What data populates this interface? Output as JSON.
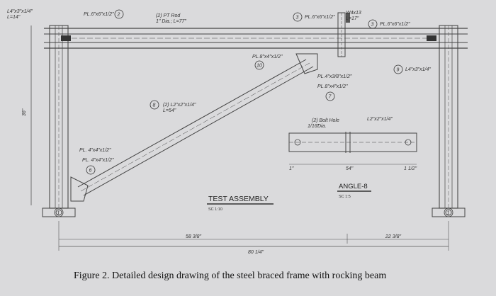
{
  "caption": "Figure 2. Detailed design drawing of the steel braced frame with rocking beam",
  "test_assembly": {
    "title": "TEST ASSEMBLY",
    "scale": "SC 1:10"
  },
  "angle_detail": {
    "title": "ANGLE-8",
    "scale": "SC 1:5",
    "bolt_hole": "(2) Bolt Hole",
    "bolt_dia": "Dia.",
    "bolt_frac": "1/16\"",
    "length": "54\"",
    "left_dim": "1\"",
    "right_dim": "1 1/2\""
  },
  "labels": {
    "top_left_angle": "L4\"x3\"x1/4\"",
    "top_left_len": "L=14\"",
    "plate_2": "PL.6\"x6\"x1/2\"",
    "rod": "(2) PT Rod",
    "rod_dim": "1\" Dia.; L=77\"",
    "plate_3a": "PL.6\"x6\"x1/2\"",
    "w_section": "W4x13",
    "w_len": "L=17\"",
    "plate_3b": "PL.6\"x6\"x1/2\"",
    "plate_10": "PL.8\"x4\"x1/2\"",
    "plate_7a": "PL.4\"x3/8\"x1/2\"",
    "plate_7b": "PL.8\"x4\"x1/2\"",
    "angle_9": "L4\"x3\"x1/4\"",
    "angle_8": "(2) L2\"x2\"x1/4\"",
    "angle_8_len": "L=54\"",
    "plate_6a": "PL. 4\"x4\"x1/2\"",
    "plate_6b": "PL. 4\"x4\"x1/2\"",
    "detail_angle": "L2\"x2\"x1/4\""
  },
  "callouts": {
    "c2": "2",
    "c3a": "3",
    "c3b": "3",
    "c10": "10",
    "c7": "7",
    "c9": "9",
    "c8": "8",
    "c6": "6",
    "c1a": "1",
    "c1b": "1"
  },
  "dims": {
    "height": "36\"",
    "left_span": "58 3/8\"",
    "total": "80 1/4\"",
    "right_span": "22 3/8\""
  }
}
